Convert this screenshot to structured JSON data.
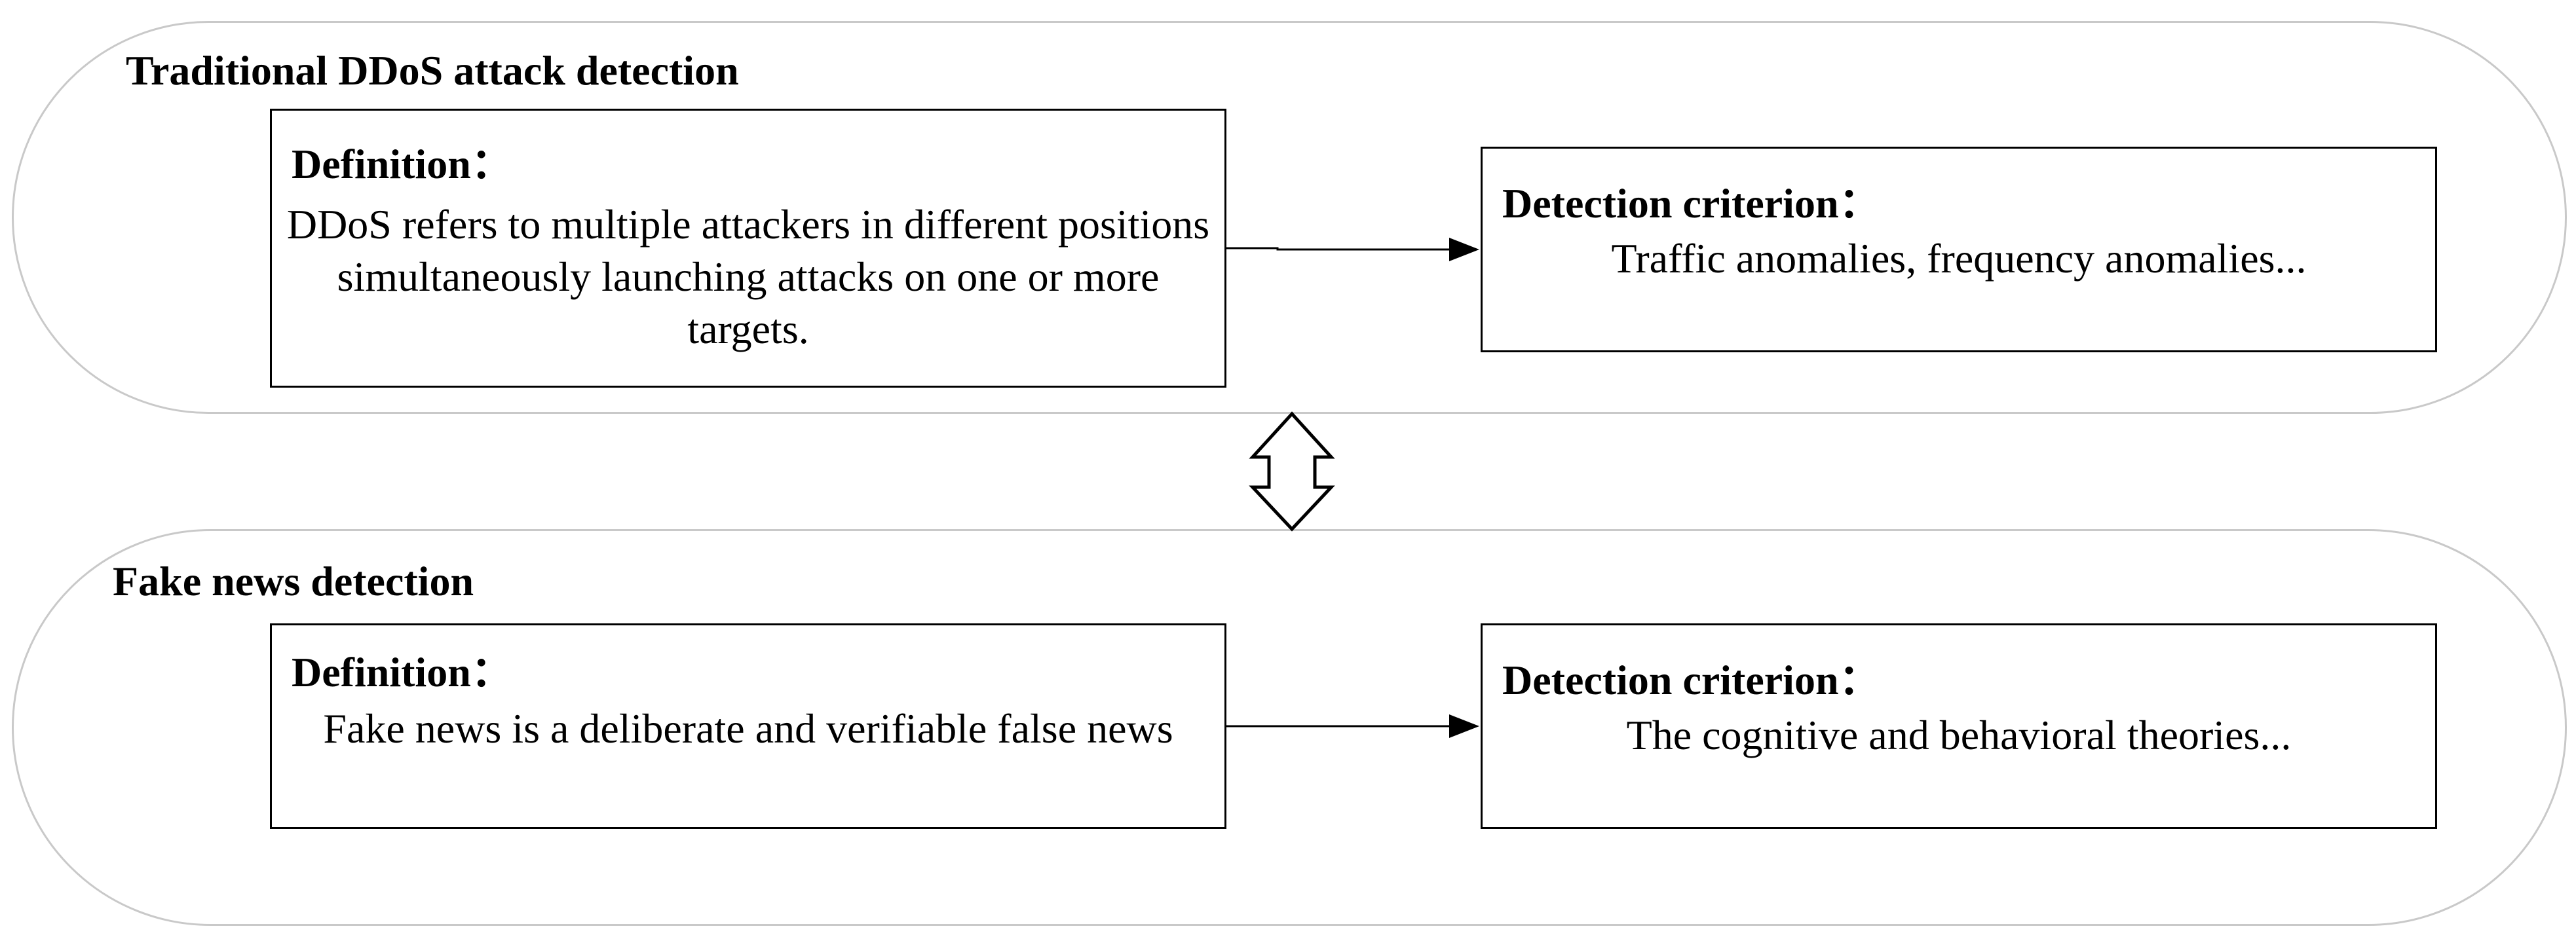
{
  "top_group": {
    "title": "Traditional DDoS attack detection",
    "definition": {
      "heading": "Definition：",
      "text": "DDoS refers to multiple attackers in different positions simultaneously launching attacks on one or more targets."
    },
    "criterion": {
      "heading": "Detection criterion：",
      "text": "Traffic anomalies, frequency anomalies..."
    }
  },
  "bottom_group": {
    "title": "Fake news detection",
    "definition": {
      "heading": "Definition：",
      "text": "Fake news is a deliberate and verifiable false news"
    },
    "criterion": {
      "heading": "Detection criterion：",
      "text": "The cognitive and behavioral theories..."
    }
  },
  "colors": {
    "panel_border": "#c9c9c9",
    "box_border": "#000000",
    "text": "#000000"
  }
}
